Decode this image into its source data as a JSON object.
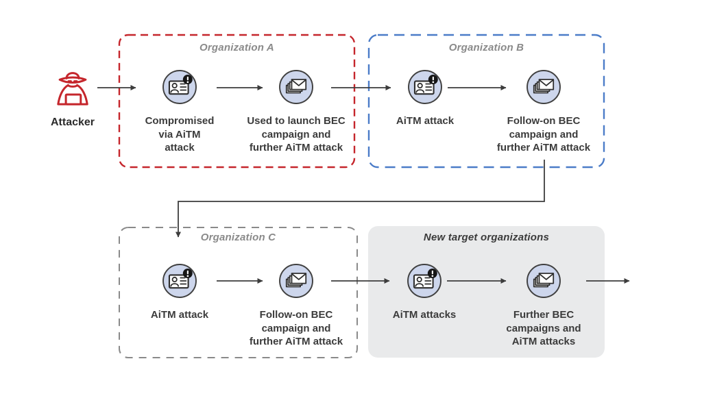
{
  "attacker": {
    "label": "Attacker"
  },
  "organizations": [
    {
      "title": "Organization A",
      "accent": "#c5262c",
      "nodes": [
        {
          "icon": "compromised-account",
          "label": "Compromised\nvia AiTM\nattack"
        },
        {
          "icon": "bec-mail",
          "label": "Used to launch BEC\ncampaign and\nfurther AiTM attack"
        }
      ]
    },
    {
      "title": "Organization B",
      "accent": "#4b7cc8",
      "nodes": [
        {
          "icon": "compromised-account",
          "label": "AiTM attack"
        },
        {
          "icon": "bec-mail",
          "label": "Follow-on BEC\ncampaign and\nfurther AiTM attack"
        }
      ]
    },
    {
      "title": "Organization C",
      "accent": "#8a8a8a",
      "nodes": [
        {
          "icon": "compromised-account",
          "label": "AiTM attack"
        },
        {
          "icon": "bec-mail",
          "label": "Follow-on BEC\ncampaign and\nfurther AiTM attack"
        }
      ]
    },
    {
      "title": "New target organizations",
      "accent": "#e9eaeb",
      "nodes": [
        {
          "icon": "compromised-account",
          "label": "AiTM attacks"
        },
        {
          "icon": "bec-mail",
          "label": "Further BEC\ncampaigns and\nAiTM attacks"
        }
      ]
    }
  ],
  "icons": {
    "attacker": "spy-attacker-icon",
    "compromised": "compromised-account-icon",
    "mail": "bec-mail-stack-icon"
  },
  "colors": {
    "red_accent": "#c5262c",
    "blue_accent": "#4b7cc8",
    "gray_accent": "#8a8a8a",
    "panel_fill": "#e9eaeb",
    "icon_circle_fill": "#cdd6ec",
    "icon_circle_stroke": "#404040",
    "icon_glyph_stroke": "#2e2e2e",
    "arrow": "#3c3c3c",
    "text": "#3b3b3b",
    "title_gray": "#8a8a8a",
    "background": "#ffffff"
  }
}
